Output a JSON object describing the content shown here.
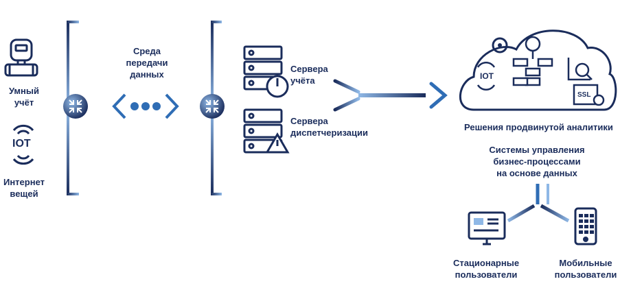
{
  "devices": {
    "smart_meter": [
      "Умный",
      "учёт"
    ],
    "iot": [
      "Интернет",
      "вещей"
    ],
    "iot_badge": "IOT"
  },
  "network": {
    "label": [
      "Среда",
      "передачи",
      "данных"
    ]
  },
  "servers": {
    "metering": [
      "Сервера",
      "учёта"
    ],
    "dispatch": [
      "Сервера",
      "диспетчеризации"
    ]
  },
  "cloud": {
    "iot_badge": "IOT",
    "ssl_badge": "SSL"
  },
  "analytics": {
    "title": "Решения продвинутой аналитики",
    "bpm": [
      "Системы управления",
      "бизнес-процессами",
      "на основе данных"
    ]
  },
  "users": {
    "desktop": [
      "Стационарные",
      "пользователи"
    ],
    "mobile": [
      "Мобильные",
      "пользователи"
    ]
  },
  "colors": {
    "navy": "#1a2c5b",
    "blue": "#2f6db5",
    "light_blue": "#8fb8e6"
  }
}
